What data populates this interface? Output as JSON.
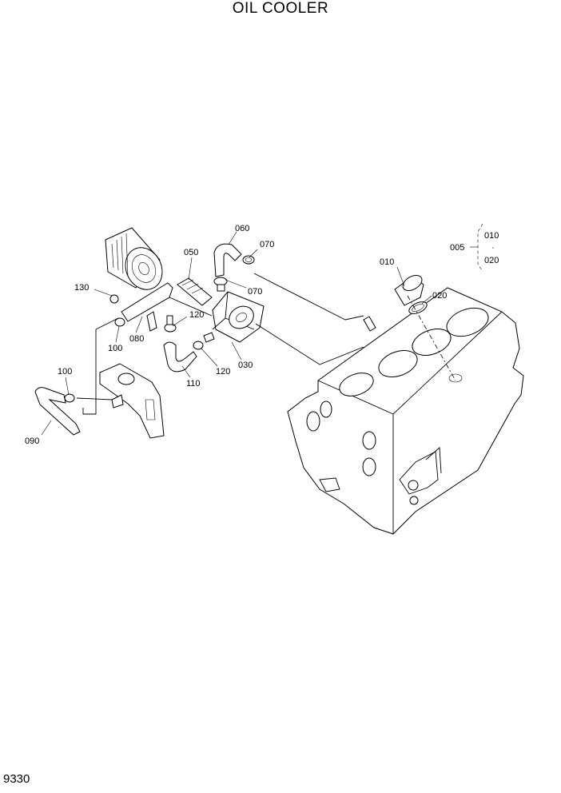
{
  "title": "OIL COOLER",
  "page_number": "9330",
  "callouts": [
    {
      "id": "060",
      "text": "060"
    },
    {
      "id": "070a",
      "text": "070"
    },
    {
      "id": "070b",
      "text": "070"
    },
    {
      "id": "050",
      "text": "050"
    },
    {
      "id": "010",
      "text": "010"
    },
    {
      "id": "020",
      "text": "020"
    },
    {
      "id": "130",
      "text": "130"
    },
    {
      "id": "120a",
      "text": "120"
    },
    {
      "id": "120b",
      "text": "120"
    },
    {
      "id": "080",
      "text": "080"
    },
    {
      "id": "100a",
      "text": "100"
    },
    {
      "id": "100b",
      "text": "100"
    },
    {
      "id": "030",
      "text": "030"
    },
    {
      "id": "110",
      "text": "110"
    },
    {
      "id": "090",
      "text": "090"
    }
  ],
  "group_ref": {
    "parent": "005",
    "first": "010",
    "separator": "·",
    "last": "020"
  }
}
